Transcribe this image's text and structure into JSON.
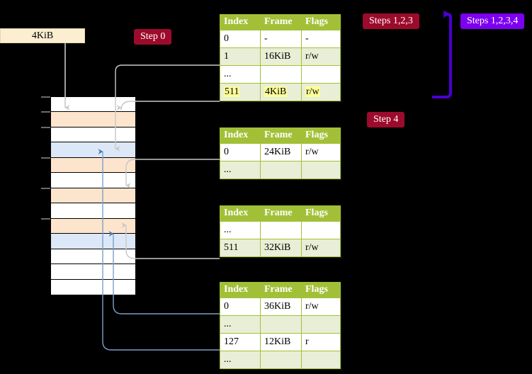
{
  "labels": {
    "step0": "Step 0",
    "step4": "Step 4",
    "steps123": "Steps 1,2,3",
    "steps1234": "Steps 1,2,3,4",
    "banner": "4KiB"
  },
  "colors": {
    "background": "#000000",
    "table_header": "#a2c037",
    "table_shade": "#e9eed6",
    "highlight": "#ffff99",
    "pill_crimson": "#9c0b2b",
    "pill_violet": "#7d00f0",
    "banner_bg": "#fcefd1",
    "mem_orange": "#fde4cd",
    "mem_blue": "#dce8f7",
    "wire_gray": "#c8c8c8",
    "wire_blue": "#7d9ec9",
    "bracket_violet": "#4b00d0"
  },
  "tables": [
    {
      "name": "pml4-table",
      "headers": [
        "Index",
        "Frame",
        "Flags"
      ],
      "rows": [
        {
          "cells": [
            "0",
            "-",
            "-"
          ],
          "shade": false,
          "highlight": false
        },
        {
          "cells": [
            "1",
            "16KiB",
            "r/w"
          ],
          "shade": true,
          "highlight": false
        },
        {
          "cells": [
            "...",
            "",
            ""
          ],
          "shade": false,
          "highlight": false
        },
        {
          "cells": [
            "511",
            "4KiB",
            "r/w"
          ],
          "shade": true,
          "highlight": true
        }
      ]
    },
    {
      "name": "pdp-table",
      "headers": [
        "Index",
        "Frame",
        "Flags"
      ],
      "rows": [
        {
          "cells": [
            "0",
            "24KiB",
            "r/w"
          ],
          "shade": false,
          "highlight": false
        },
        {
          "cells": [
            "...",
            "",
            ""
          ],
          "shade": true,
          "highlight": false
        }
      ]
    },
    {
      "name": "pd-table",
      "headers": [
        "Index",
        "Frame",
        "Flags"
      ],
      "rows": [
        {
          "cells": [
            "...",
            "",
            ""
          ],
          "shade": false,
          "highlight": false
        },
        {
          "cells": [
            "511",
            "32KiB",
            "r/w"
          ],
          "shade": true,
          "highlight": false
        }
      ]
    },
    {
      "name": "pt-table",
      "headers": [
        "Index",
        "Frame",
        "Flags"
      ],
      "rows": [
        {
          "cells": [
            "0",
            "36KiB",
            "r/w"
          ],
          "shade": false,
          "highlight": false
        },
        {
          "cells": [
            "...",
            "",
            ""
          ],
          "shade": true,
          "highlight": false
        },
        {
          "cells": [
            "127",
            "12KiB",
            "r"
          ],
          "shade": false,
          "highlight": false
        },
        {
          "cells": [
            "...",
            "",
            ""
          ],
          "shade": true,
          "highlight": false
        }
      ]
    }
  ],
  "memory_column": {
    "name": "physical-memory-column",
    "row_count": 13,
    "row_fills": [
      "white",
      "orange",
      "white",
      "blue",
      "orange",
      "white",
      "orange",
      "white",
      "orange",
      "blue",
      "white",
      "white",
      "white"
    ],
    "tick_rows": [
      0,
      1,
      2,
      4,
      6,
      8
    ]
  }
}
